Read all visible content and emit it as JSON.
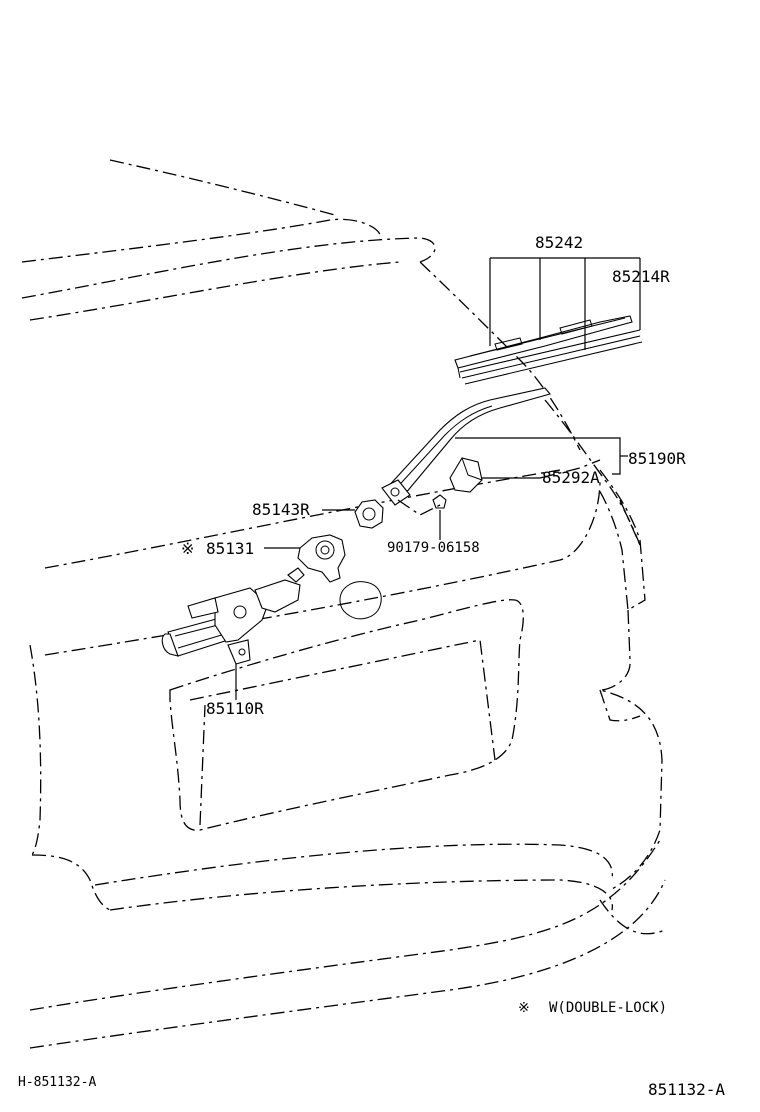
{
  "parts": {
    "p85242": "85242",
    "p85214R": "85214R",
    "p85190R": "85190R",
    "p85292A": "85292A",
    "p85143R": "85143R",
    "p85131": "85131",
    "p90179": "90179-06158",
    "p85110R": "85110R"
  },
  "note": {
    "mark": "※",
    "text": "W(DOUBLE-LOCK)"
  },
  "footer": {
    "left_code": "H-851132-A",
    "right_code": "851132-A"
  }
}
